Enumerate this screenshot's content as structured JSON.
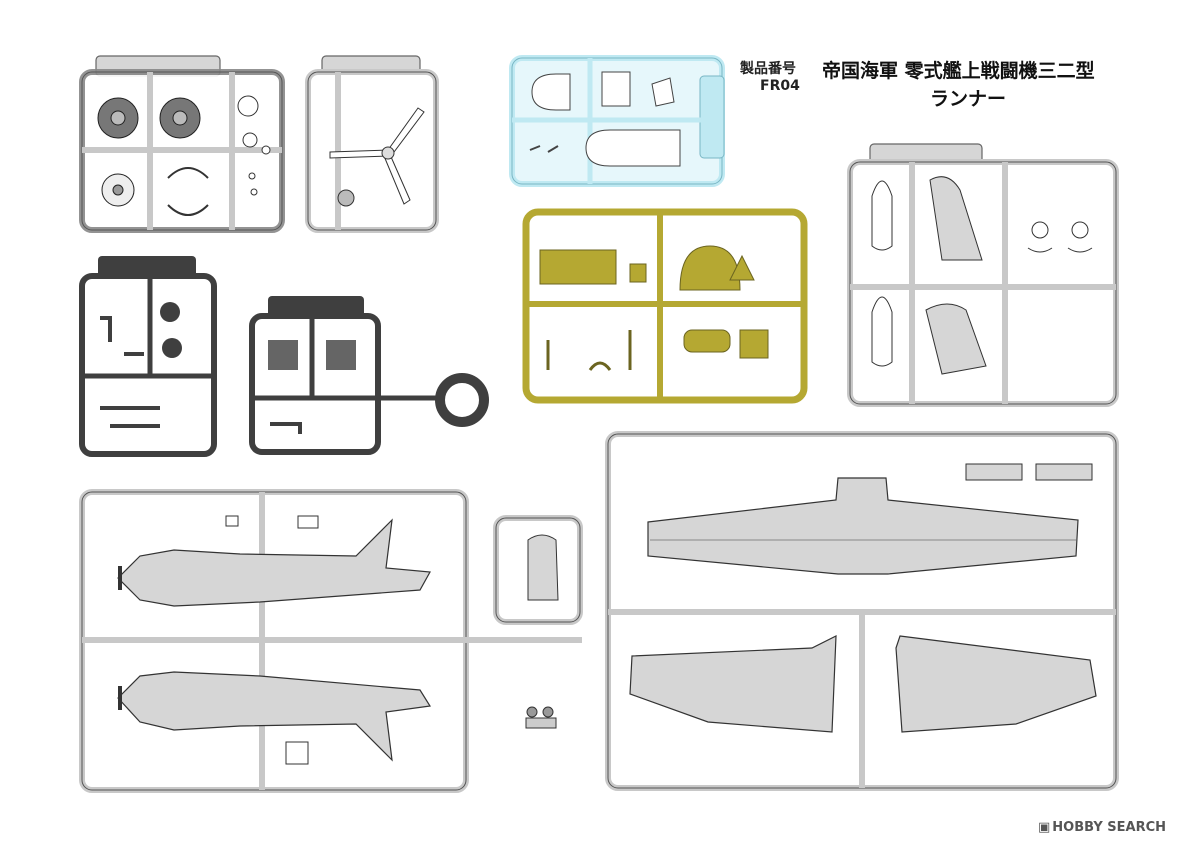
{
  "header": {
    "product_code_label": "製品番号",
    "product_code": "FR04",
    "title": "帝国海軍 零式艦上戦闘機三二型",
    "subtitle": "ランナー"
  },
  "watermark": {
    "icon": "hobby-search-logo-icon",
    "text": "HOBBY SEARCH"
  },
  "colors": {
    "light_gray_runner": "#d6d6d6",
    "dark_gray_runner": "#3f3f3f",
    "clear_runner": "#bfe9f2",
    "yellow_runner": "#b5a832",
    "outline": "#555555"
  }
}
